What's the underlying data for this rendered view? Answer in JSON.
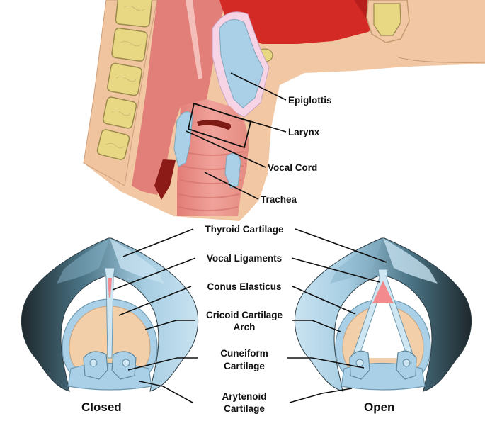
{
  "labels": {
    "epiglottis": "Epiglottis",
    "larynx": "Larynx",
    "vocal_cord": "Vocal Cord",
    "trachea": "Trachea",
    "thyroid_cartilage": "Thyroid Cartilage",
    "vocal_ligaments": "Vocal Ligaments",
    "conus_elasticus": "Conus Elasticus",
    "cricoid_line1": "Cricoid Cartilage",
    "cricoid_line2": "Arch",
    "cuneiform_line1": "Cuneiform",
    "cuneiform_line2": "Cartilage",
    "arytenoid_line1": "Arytenoid",
    "arytenoid_line2": "Cartilage"
  },
  "states": {
    "closed": "Closed",
    "open": "Open"
  },
  "colors": {
    "muscle_red": "#d42a26",
    "throat_pink": "#e07d78",
    "skin": "#f2c8a4",
    "cartilage_blue": "#a9d0e6",
    "cartilage_dark": "#1f2b30",
    "vertebra": "#e8d884",
    "cricoid_fill": "#f2cfa8",
    "ligament_pink": "#f7a7aa"
  }
}
